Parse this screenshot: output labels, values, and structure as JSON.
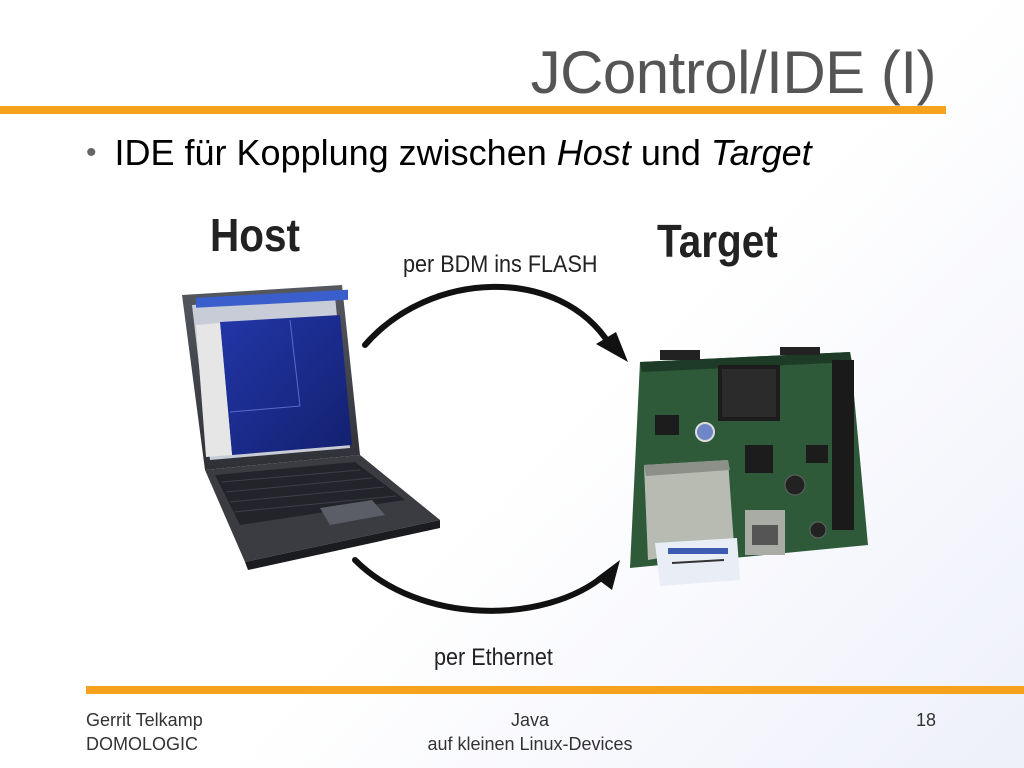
{
  "slide": {
    "title": "JControl/IDE (I)",
    "bullet": {
      "prefix": "IDE für Kopplung zwischen",
      "host_word": "Host",
      "connector": "und",
      "target_word": "Target"
    }
  },
  "diagram": {
    "host_label": "Host",
    "target_label": "Target",
    "top_arrow_label": "per BDM ins FLASH",
    "bottom_arrow_label": "per Ethernet"
  },
  "footer": {
    "author_line1": "Gerrit Telkamp",
    "author_line2": "DOMOLOGIC",
    "center_line1": "Java",
    "center_line2": "auf kleinen Linux-Devices",
    "page_number": "18"
  },
  "colors": {
    "accent": "#f7a21c",
    "title": "#555555",
    "laptop_screen": "#1a2a8c",
    "pcb": "#2e5a3a"
  }
}
